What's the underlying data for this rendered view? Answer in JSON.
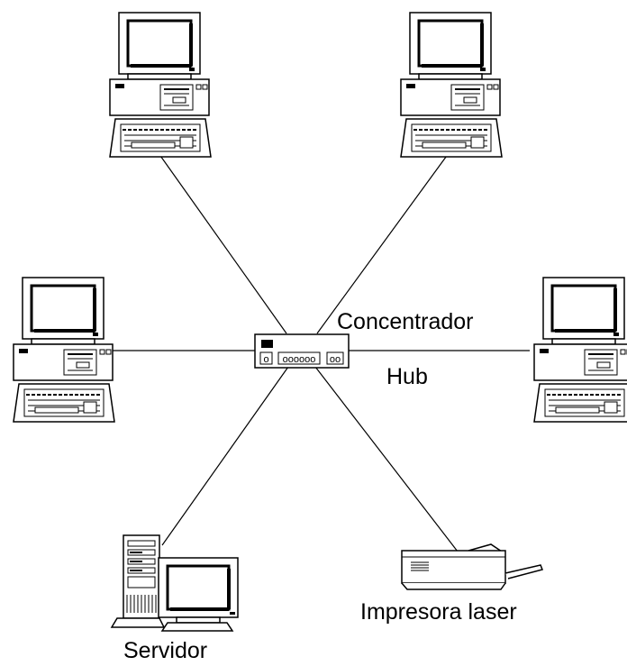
{
  "labels": {
    "hub_line1": "Concentrador",
    "hub_line2": "Hub",
    "printer": "Impresora laser",
    "server": "Servidor"
  },
  "hub_ports": "oooooo",
  "hub_side": "oo",
  "hub_small": "o",
  "colors": {
    "stroke": "#000000",
    "background": "#ffffff"
  }
}
